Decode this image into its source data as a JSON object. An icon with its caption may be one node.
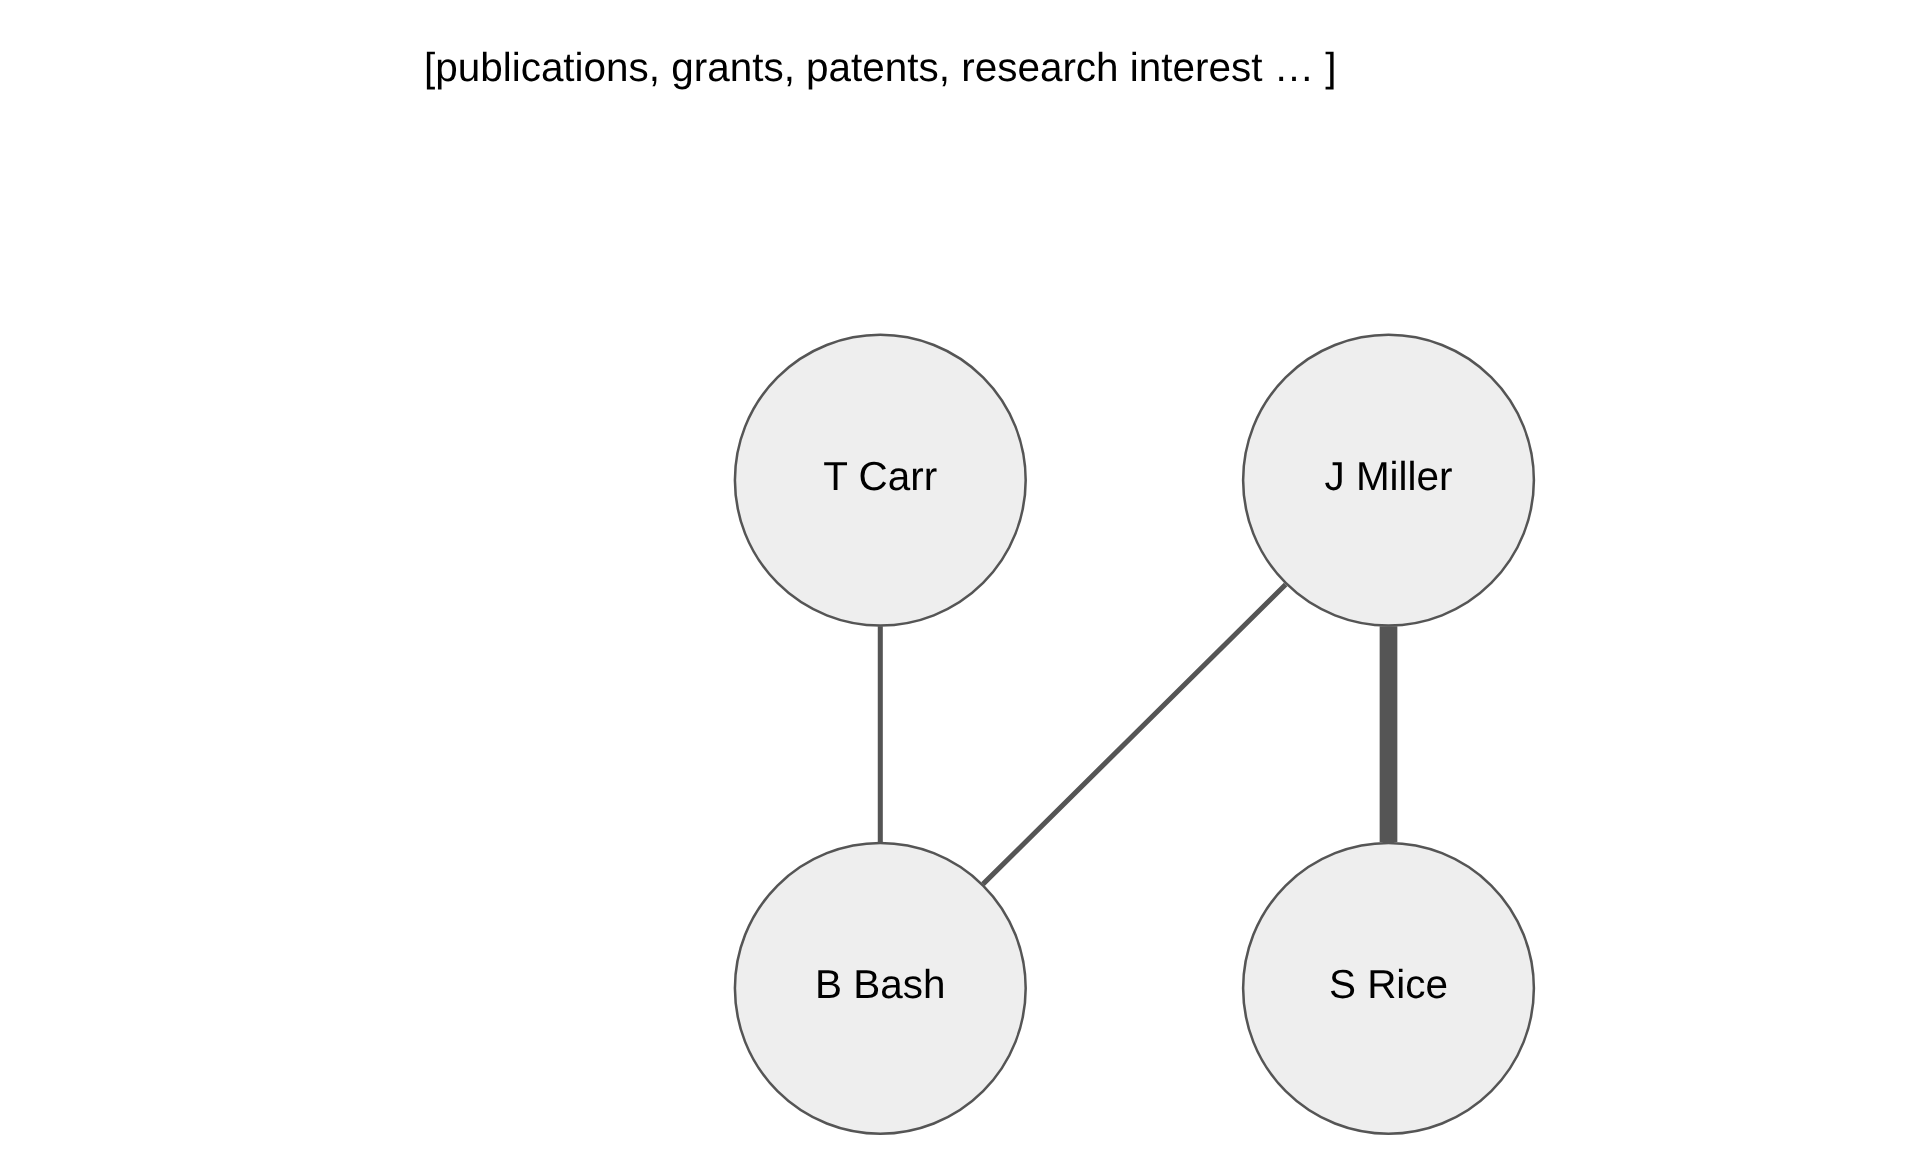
{
  "diagram": {
    "nodes": [
      {
        "text": [
          "J Miller"
        ]
      },
      {
        "text": [
          "T Carr"
        ]
      },
      {
        "text": [
          "B Bash"
        ]
      },
      {
        "text": [
          "S Rice"
        ]
      }
    ],
    "edges": [
      {
        "from": 0,
        "to": 2,
        "arrow": "none"
      },
      {
        "from": 0,
        "to": 3,
        "arrow": "none",
        "style": "thick"
      },
      {
        "from": 1,
        "to": 2,
        "arrow": "none"
      }
    ],
    "labels": [
      "[publications, grants, patents, research interest … ]"
    ]
  }
}
